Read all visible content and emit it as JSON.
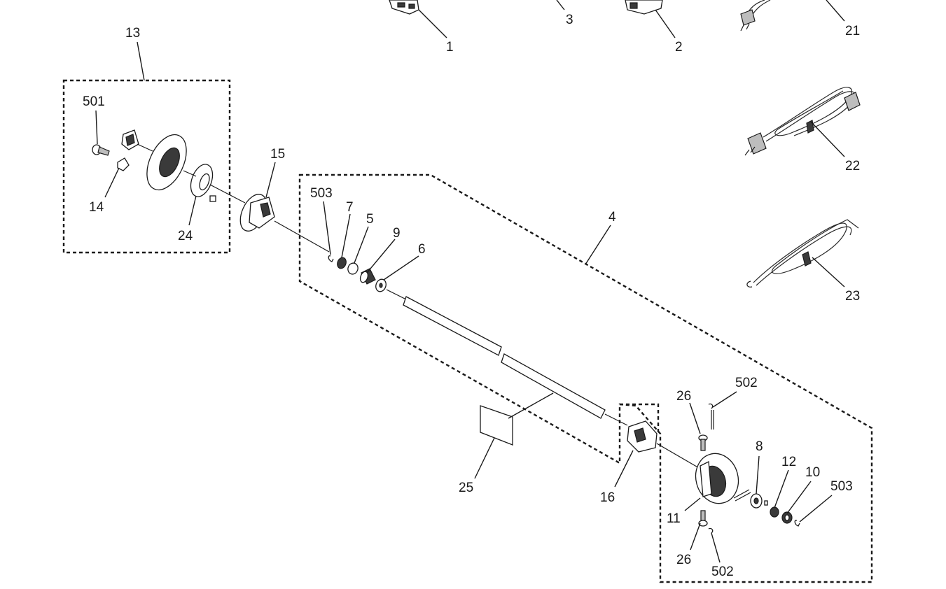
{
  "callouts": {
    "c1": "1",
    "c2": "2",
    "c3": "3",
    "c4": "4",
    "c5": "5",
    "c6": "6",
    "c7": "7",
    "c8": "8",
    "c9": "9",
    "c10": "10",
    "c11": "11",
    "c12": "12",
    "c13": "13",
    "c14": "14",
    "c15": "15",
    "c16": "16",
    "c21": "21",
    "c22": "22",
    "c23": "23",
    "c24": "24",
    "c25": "25",
    "c26a": "26",
    "c26b": "26",
    "c501": "501",
    "c502a": "502",
    "c502b": "502",
    "c503a": "503",
    "c503b": "503"
  }
}
